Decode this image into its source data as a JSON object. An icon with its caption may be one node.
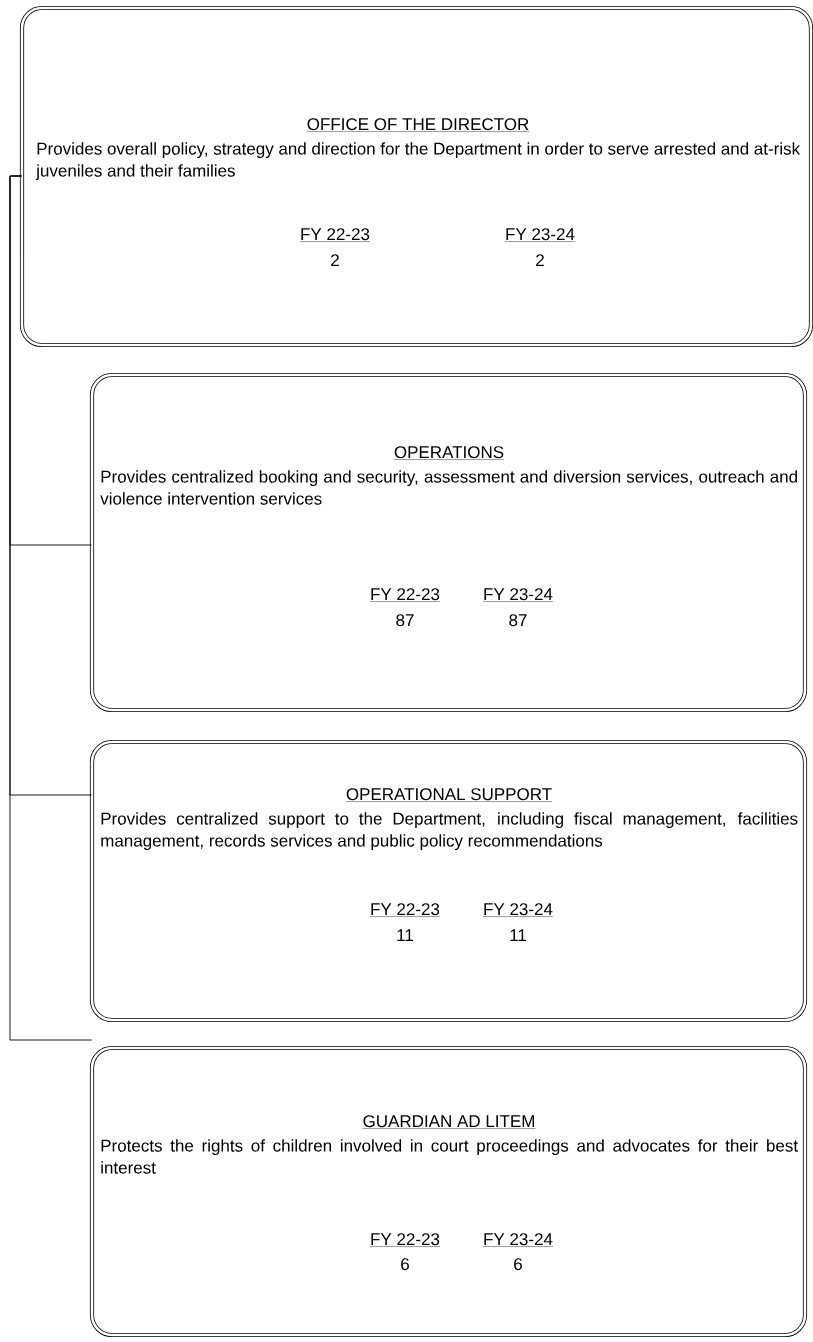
{
  "diagram": {
    "nodes": [
      {
        "text": [
          "OFFICE OF THE DIRECTOR",
          "Provides overall policy, strategy and direction for the Department in order to serve arrested and at-risk juveniles and their families",
          "FY 22-23",
          "2",
          "FY 23-24",
          "2"
        ]
      },
      {
        "text": [
          "OPERATIONS",
          "Provides centralized booking and security, assessment and diversion services, outreach and violence intervention services",
          "FY 22-23",
          "87",
          "FY 23-24",
          "87"
        ]
      },
      {
        "text": [
          "OPERATIONAL SUPPORT",
          "Provides centralized support to the Department, including fiscal management, facilities management, records services and public policy recommendations",
          "FY 22-23",
          "11",
          "FY 23-24",
          "11"
        ]
      },
      {
        "text": [
          "GUARDIAN AD LITEM",
          "Protects the rights of children involved in court proceedings and advocates for their best interest",
          "FY 22-23",
          "6",
          "FY 23-24",
          "6"
        ]
      }
    ],
    "edges": [
      {
        "from": 0,
        "to": 1,
        "arrow": "none"
      },
      {
        "from": 0,
        "to": 2,
        "arrow": "none"
      },
      {
        "from": 0,
        "to": 3,
        "arrow": "none"
      }
    ]
  }
}
